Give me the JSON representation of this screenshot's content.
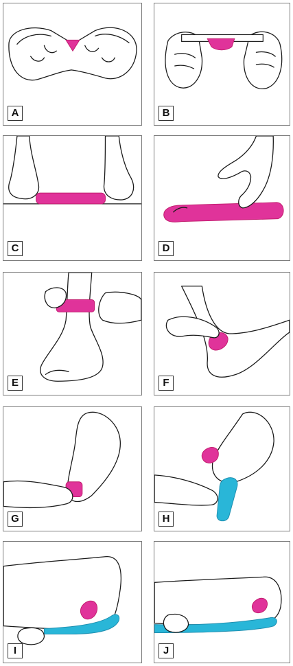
{
  "colors": {
    "pink_tape": "#e0339a",
    "blue_tape": "#29b6d8",
    "border": "#7a7a7a",
    "line": "#1a1a1a"
  },
  "panels": [
    {
      "label": "A"
    },
    {
      "label": "B"
    },
    {
      "label": "C"
    },
    {
      "label": "D"
    },
    {
      "label": "E"
    },
    {
      "label": "F"
    },
    {
      "label": "G"
    },
    {
      "label": "H"
    },
    {
      "label": "I"
    },
    {
      "label": "J"
    }
  ]
}
